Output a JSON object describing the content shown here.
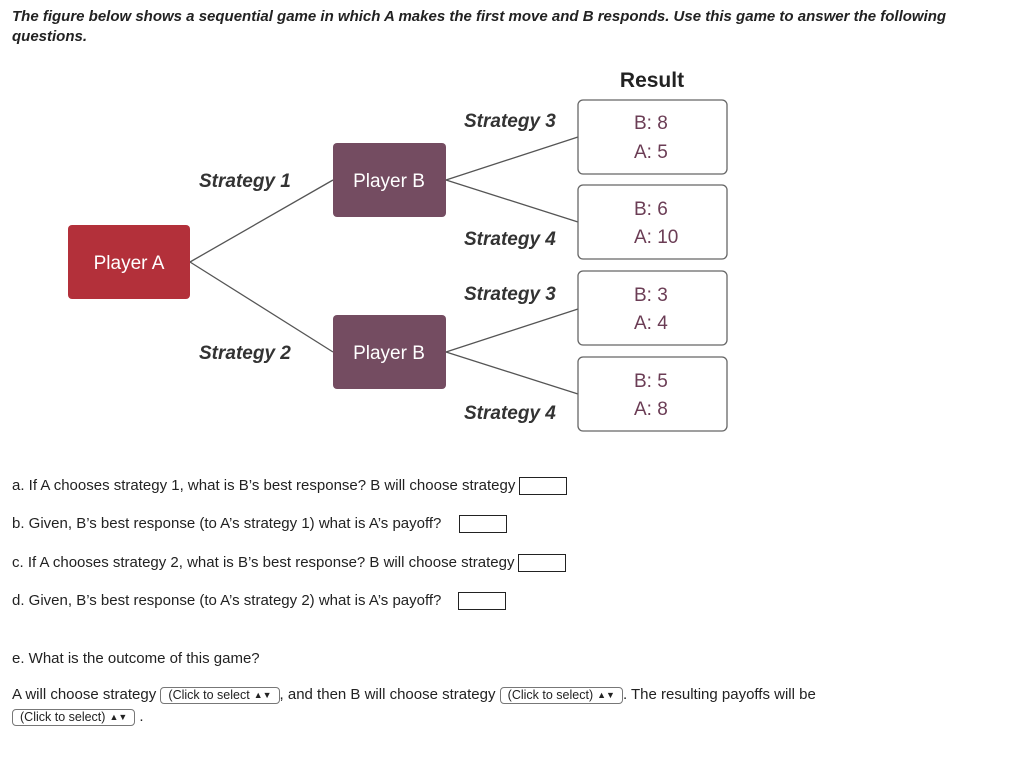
{
  "intro": "The figure below shows a sequential game in which A makes the first move and B responds. Use this game to answer the following questions.",
  "tree": {
    "root_label": "Player A",
    "b_upper_label": "Player B",
    "b_lower_label": "Player B",
    "strategy1": "Strategy 1",
    "strategy2": "Strategy 2",
    "upper_s3": "Strategy 3",
    "upper_s4": "Strategy 4",
    "lower_s3": "Strategy 3",
    "lower_s4": "Strategy 4",
    "result_header": "Result",
    "results": [
      {
        "b": "B: 8",
        "a": "A: 5"
      },
      {
        "b": "B: 6",
        "a": "A: 10"
      },
      {
        "b": "B: 3",
        "a": "A: 4"
      },
      {
        "b": "B: 5",
        "a": "A: 8"
      }
    ],
    "colors": {
      "player_a": "#b3303a",
      "player_b": "#744c61",
      "result_text": "#6b3d55"
    }
  },
  "questions": {
    "a": "a. If A chooses strategy 1, what is B’s best response?   B will choose strategy",
    "b": "b. Given, B’s best response (to A’s strategy 1) what is A’s payoff?",
    "c": "c. If A chooses strategy 2, what is B’s best response?   B will choose strategy",
    "d": "d. Given, B’s best response (to A’s strategy 2) what is A’s payoff?",
    "e": "e. What is the outcome of this game?",
    "e_part1": "A will choose strategy",
    "e_part2": ", and then B will choose strategy",
    "e_part3": ". The resulting payoffs will be",
    "select1": "(Click to select",
    "select2": "(Click to select)",
    "select3": "(Click to select)"
  }
}
